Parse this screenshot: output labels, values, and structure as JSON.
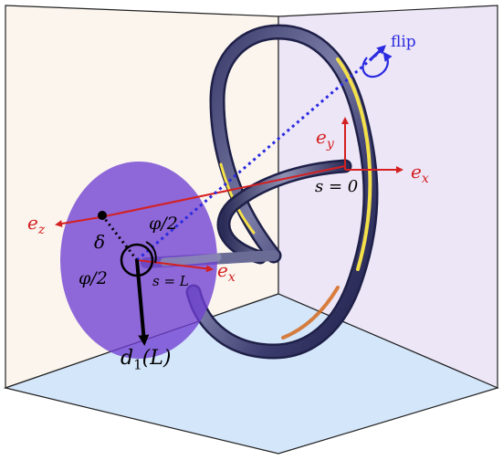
{
  "colors": {
    "left_wall": "#fbf5ee",
    "right_wall": "#ede6f7",
    "floor": "#d4e6fa",
    "box_edge": "#222222",
    "rod_dark": "#3b3c6e",
    "rod_mid": "#6a6c96",
    "rod_highlight": "#f3e04a",
    "rod_orange": "#d46a1d",
    "disk_fill": "#6f3fd2",
    "axis_red": "#d42020",
    "flip_blue": "#2a2ae0",
    "black": "#000000"
  },
  "labels": {
    "flip": "flip",
    "e_x_right": "e",
    "e_x_right_sub": "x",
    "e_y": "e",
    "e_y_sub": "y",
    "s0": "s = 0",
    "e_z": "e",
    "e_z_sub": "z",
    "e_x_disk": "e",
    "e_x_disk_sub": "x",
    "delta": "δ",
    "phi_half_top": "φ/2",
    "phi_half_left": "φ/2",
    "sL": "s = L",
    "d1": "d",
    "d1_sub": "1",
    "d1_arg": "(L)"
  },
  "icons": {
    "flip_arrow": "curved-arrow-icon"
  }
}
